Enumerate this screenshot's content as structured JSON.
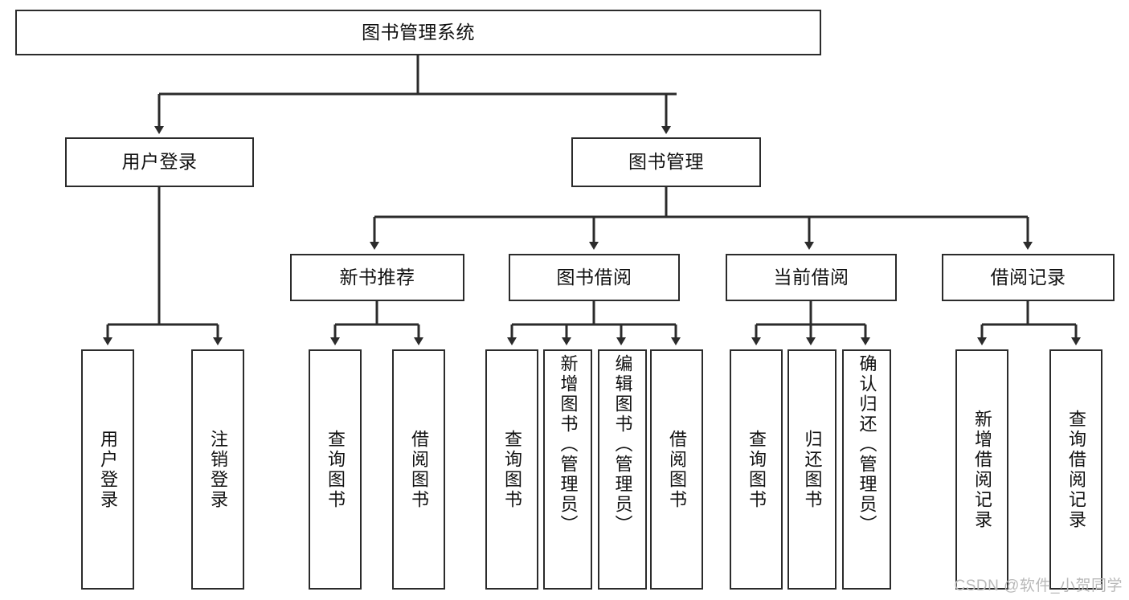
{
  "diagram": {
    "type": "tree-hierarchy",
    "title": "图书管理系统",
    "orientation": "top-down",
    "edge_color": "#2b2b2b",
    "node_border_color": "#2b2b2b",
    "node_fill_color": "#ffffff",
    "text_color": "#111111"
  },
  "nodes": {
    "root": {
      "label": "图书管理系统",
      "level": 0
    },
    "level1": [
      {
        "id": "user-login",
        "label": "用户登录",
        "level": 1
      },
      {
        "id": "book-manage",
        "label": "图书管理",
        "level": 1
      }
    ],
    "level2": [
      {
        "id": "new-book-recommend",
        "label": "新书推荐",
        "level": 2,
        "parent": "book-manage"
      },
      {
        "id": "book-borrow",
        "label": "图书借阅",
        "level": 2,
        "parent": "book-manage"
      },
      {
        "id": "current-borrow",
        "label": "当前借阅",
        "level": 2,
        "parent": "book-manage"
      },
      {
        "id": "borrow-record",
        "label": "借阅记录",
        "level": 2,
        "parent": "book-manage"
      }
    ],
    "leaves": [
      {
        "id": "leaf-user-login",
        "label": "用户登录",
        "parent": "user-login"
      },
      {
        "id": "leaf-user-logout",
        "label": "注销登录",
        "parent": "user-login"
      },
      {
        "id": "leaf-query-book-1",
        "label": "查询图书",
        "parent": "new-book-recommend"
      },
      {
        "id": "leaf-borrow-book-1",
        "label": "借阅图书",
        "parent": "new-book-recommend"
      },
      {
        "id": "leaf-query-book-2",
        "label": "查询图书",
        "parent": "book-borrow"
      },
      {
        "id": "leaf-add-book",
        "label": "新增图书（管理员）",
        "parent": "book-borrow"
      },
      {
        "id": "leaf-edit-book",
        "label": "编辑图书（管理员）",
        "parent": "book-borrow"
      },
      {
        "id": "leaf-borrow-book-2",
        "label": "借阅图书",
        "parent": "book-borrow"
      },
      {
        "id": "leaf-query-book-3",
        "label": "查询图书",
        "parent": "current-borrow"
      },
      {
        "id": "leaf-return-book",
        "label": "归还图书",
        "parent": "current-borrow"
      },
      {
        "id": "leaf-confirm-return",
        "label": "确认归还（管理员）",
        "parent": "current-borrow"
      },
      {
        "id": "leaf-add-record",
        "label": "新增借阅记录",
        "parent": "borrow-record"
      },
      {
        "id": "leaf-query-record",
        "label": "查询借阅记录",
        "parent": "borrow-record"
      }
    ]
  },
  "watermark": {
    "text": "CSDN @软件_小贺同学"
  }
}
